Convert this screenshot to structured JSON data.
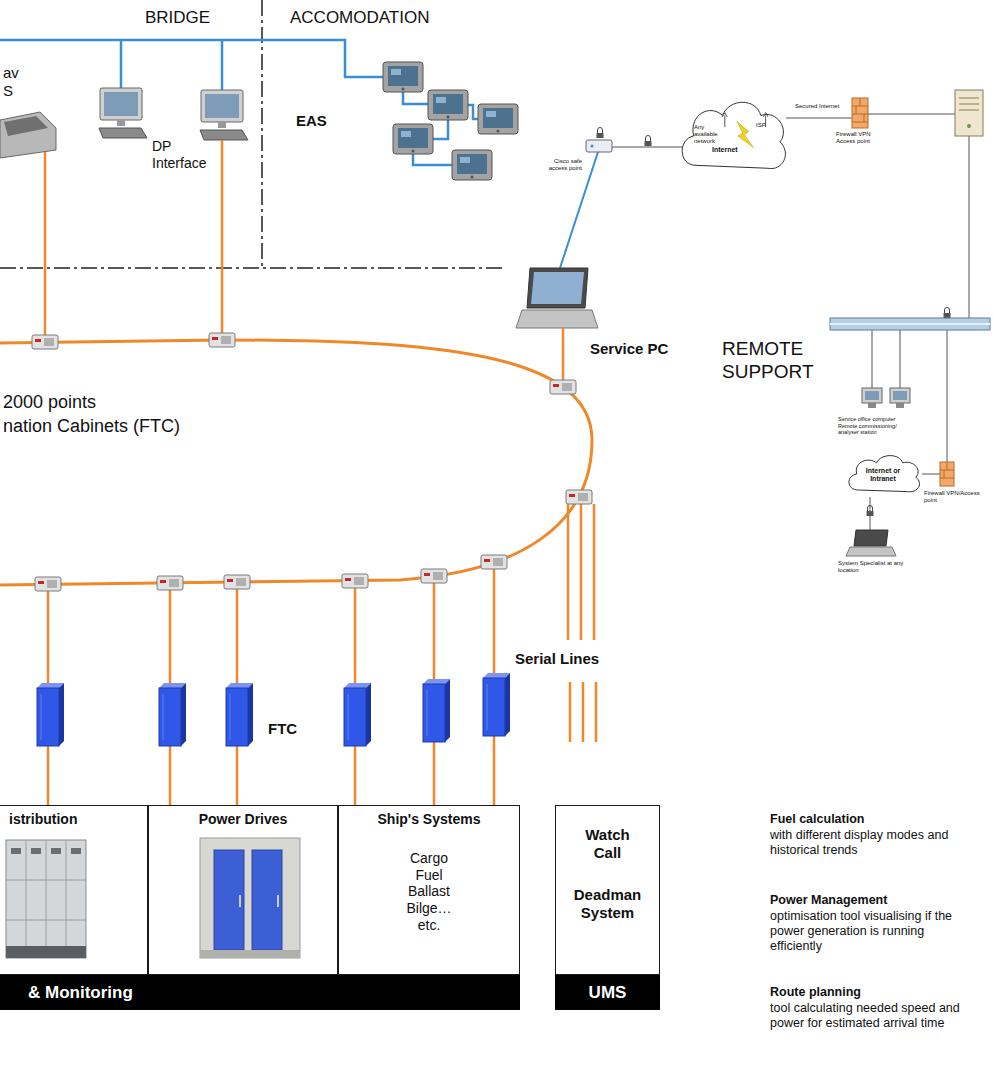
{
  "diagram": {
    "nodes": [
      {
        "text": [
          "Any available network",
          "ISP",
          "Internet"
        ]
      },
      {
        "text": [
          "Internet or Intranet"
        ]
      },
      {
        "text": [
          "istribution"
        ]
      },
      {
        "text": [
          "Power Drives"
        ]
      },
      {
        "text": [
          "Ship's Systems",
          "Cargo Fuel Ballast Bilge…etc."
        ]
      },
      {
        "text": [
          "Watch Call",
          "Deadman System"
        ]
      },
      {
        "text": [
          "& Monitoring"
        ]
      },
      {
        "text": [
          "UMS"
        ]
      }
    ],
    "labels": [
      "BRIDGE",
      "ACCOMODATION",
      "av S",
      "DP Interface",
      "EAS",
      "Cisco safe access point",
      "Secured Internet",
      "Firewall VPN Access point",
      "Service PC",
      "REMOTE SUPPORT",
      "Service office computer Remote commissioning/ analyser station",
      "Firewall VPN/Access point",
      "System Specialist at any location",
      "2000 points",
      "nation Cabinets (FTC)",
      "Serial Lines",
      "FTC",
      "Fuel calculation",
      "with different display modes and historical trends",
      "Power Management",
      "optimisation tool visualising if the power generation is running efficiently",
      "Route planning",
      "tool calculating needed speed and power for estimated arrival time"
    ]
  }
}
